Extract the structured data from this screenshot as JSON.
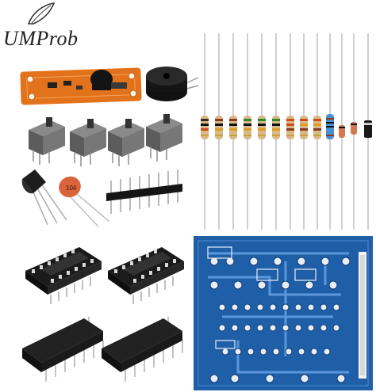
{
  "brand": {
    "logo_text": "UMProb"
  },
  "capacitor": {
    "marking": "104"
  },
  "colors": {
    "pcb_blue": "#1f5fa8",
    "pcb_orange": "#e2731c",
    "switch_body": "#6c6c6c",
    "chip_black": "#1b1b1b",
    "resistor_beige": "#d8b98a",
    "resistor_blue": "#4a8fd0",
    "ceramic_cap": "#d9633a"
  },
  "components": [
    "vibration-sensor-module",
    "buzzer",
    "slide-switch",
    "resistor",
    "diode",
    "transistor",
    "ceramic-capacitor",
    "pin-header",
    "ic-socket",
    "ic-chip",
    "printed-circuit-board"
  ]
}
